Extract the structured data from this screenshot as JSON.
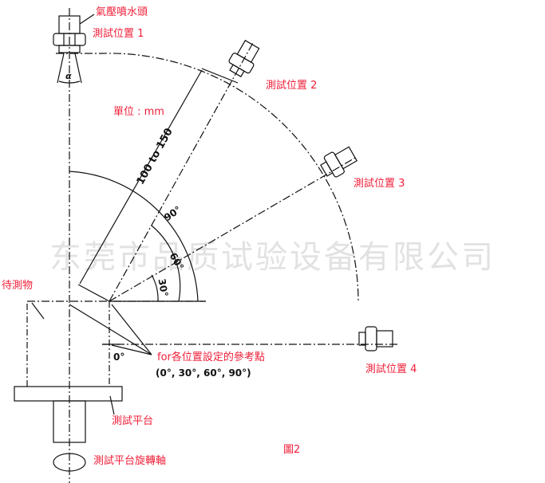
{
  "labels": {
    "nozzle": "氣壓噴水頭",
    "pos1": "測試位置 1",
    "pos2": "測試位置 2",
    "pos3": "測試位置 3",
    "pos4": "測試位置 4",
    "unit": "單位 : mm",
    "object": "待測物",
    "reference": "for各位置設定的參考點",
    "reference_angles": "(0°, 30°, 60°, 90°)",
    "platform": "測試平台",
    "axis": "測試平台旋轉軸",
    "figure": "圖2"
  },
  "dims": {
    "distance": "100 to 150",
    "alpha": "α",
    "a0": "0°",
    "a30": "30°",
    "a60": "60°",
    "a90": "90°"
  },
  "watermark": "东莞市品质试验设备有限公司"
}
